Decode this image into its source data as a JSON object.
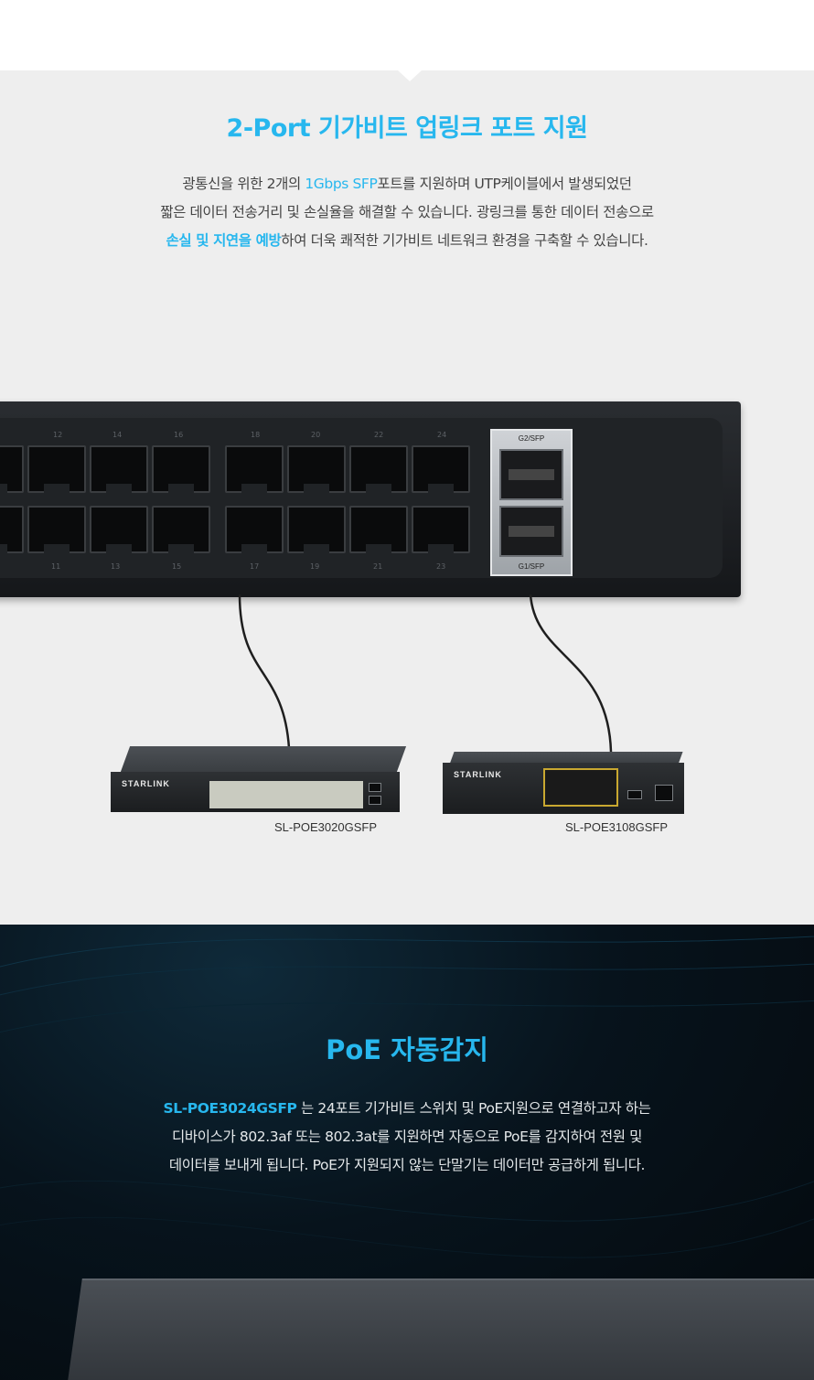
{
  "section_uplink": {
    "title": "2-Port 기가비트 업링크 포트 지원",
    "desc_line1_pre": "광통신을 위한 2개의 ",
    "desc_line1_hl": "1Gbps SFP",
    "desc_line1_post": "포트를 지원하며 UTP케이블에서 발생되었던",
    "desc_line2": "짧은 데이터 전송거리 및 손실율을 해결할 수 있습니다. 광링크를 통한 데이터 전송으로",
    "desc_line3_hl": "손실 및 지연을 예방",
    "desc_line3_post": "하여 더욱 쾌적한 기가비트 네트워크 환경을 구축할 수 있습니다."
  },
  "big_switch": {
    "port_numbers_top": [
      "12",
      "14",
      "16",
      "18",
      "20",
      "22",
      "24"
    ],
    "port_numbers_bottom": [
      "11",
      "13",
      "15",
      "17",
      "19",
      "21",
      "23"
    ],
    "sfp_top_label": "G2/SFP",
    "sfp_bottom_label": "G1/SFP"
  },
  "small_switches": [
    {
      "brand": "STARLINK",
      "model": "SL-POE3020GSFP"
    },
    {
      "brand": "STARLINK",
      "model": "SL-POE3108GSFP"
    }
  ],
  "section_poe": {
    "title": "PoE 자동감지",
    "desc_line1_hl": "SL-POE3024GSFP",
    "desc_line1_post": " 는 24포트 기가비트 스위치 및 PoE지원으로 연결하고자 하는",
    "desc_line2": "디바이스가 802.3af 또는 802.3at를 지원하면 자동으로 PoE를 감지하여 전원 및",
    "desc_line3": "데이터를 보내게 됩니다. PoE가 지원되지 않는 단말기는 데이터만 공급하게 됩니다."
  },
  "colors": {
    "accent": "#27b7ee",
    "section_bg": "#eeeeee",
    "dark_bg": "#07131c"
  }
}
